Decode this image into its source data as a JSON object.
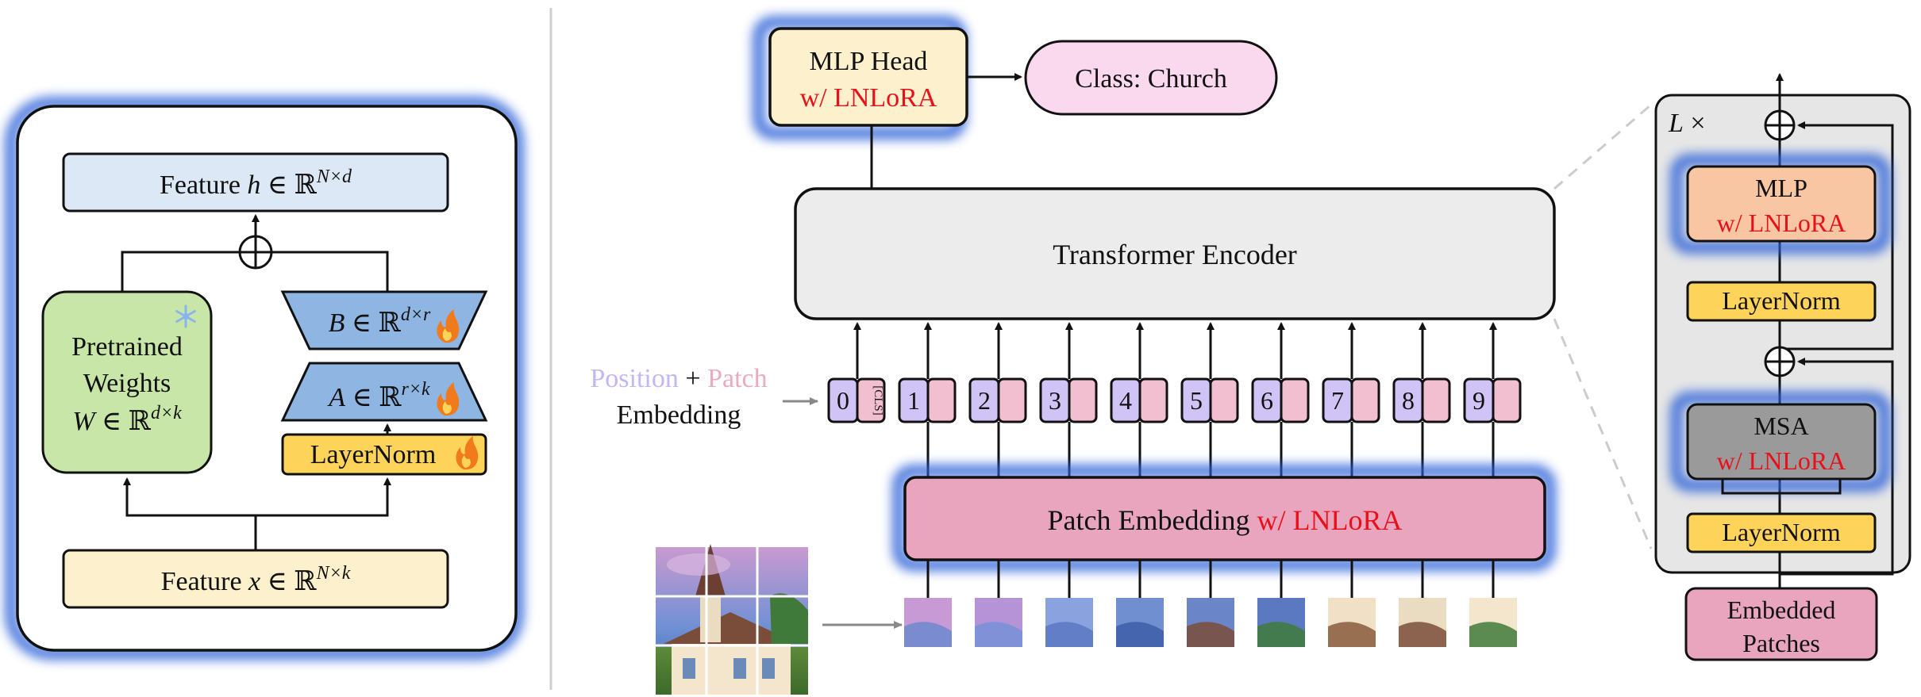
{
  "left_panel": {
    "feature_h": {
      "label": "Feature ",
      "var": "h",
      "rel": " ∈ ℝ",
      "sup": "N×d"
    },
    "feature_x": {
      "label": "Feature ",
      "var": "x",
      "rel": " ∈ ℝ",
      "sup": "N×k"
    },
    "pretrained": {
      "line1": "Pretrained",
      "line2": "Weights",
      "var": "W",
      "rel": " ∈ ℝ",
      "sup": "d×k"
    },
    "matrix_b": {
      "var": "B",
      "rel": " ∈ ℝ",
      "sup": "d×r"
    },
    "matrix_a": {
      "var": "A",
      "rel": " ∈ ℝ",
      "sup": "r×k"
    },
    "layernorm": "LayerNorm",
    "frozen_icon": "snowflake-icon",
    "trainable_icon": "flame-icon"
  },
  "middle_panel": {
    "mlp_head": {
      "line1": "MLP Head",
      "line2": "w/ LNLoRA"
    },
    "class_label": "Class: Church",
    "encoder": "Transformer Encoder",
    "embedding_legend": {
      "position": "Position",
      "plus": " + ",
      "patch": "Patch",
      "embedding": "Embedding"
    },
    "cls_token": "[CLS]",
    "position_ids": [
      "0",
      "1",
      "2",
      "3",
      "4",
      "5",
      "6",
      "7",
      "8",
      "9"
    ],
    "patch_embedding": {
      "main": "Patch Embedding ",
      "suffix": "w/ LNLoRA"
    }
  },
  "right_panel": {
    "repeat": "L",
    "repeat_suffix": " ×",
    "mlp": {
      "line1": "MLP",
      "line2": "w/ LNLoRA"
    },
    "layernorm_top": "LayerNorm",
    "msa": {
      "line1": "MSA",
      "line2": "w/ LNLoRA"
    },
    "layernorm_bottom": "LayerNorm",
    "embedded_patches": {
      "line1": "Embedded",
      "line2": "Patches"
    }
  },
  "colors": {
    "glow": "#3b6fd8",
    "feature_h_fill": "#dce8f5",
    "feature_x_fill": "#fdf0cc",
    "pretrained_fill": "#c8e6a8",
    "lora_fill": "#8fb6e3",
    "layernorm_fill": "#fdd35a",
    "mlp_head_fill": "#fdf0cc",
    "class_fill": "#fad9ef",
    "encoder_fill": "#ececec",
    "position_fill": "#cfc4f5",
    "patch_fill": "#f2bfd0",
    "patch_embed_fill": "#e8a5bd",
    "mlp_fill": "#f8c6a3",
    "msa_fill": "#9a9a9a",
    "block_fill": "#e6e6e6",
    "accent_red": "#e8101a"
  }
}
